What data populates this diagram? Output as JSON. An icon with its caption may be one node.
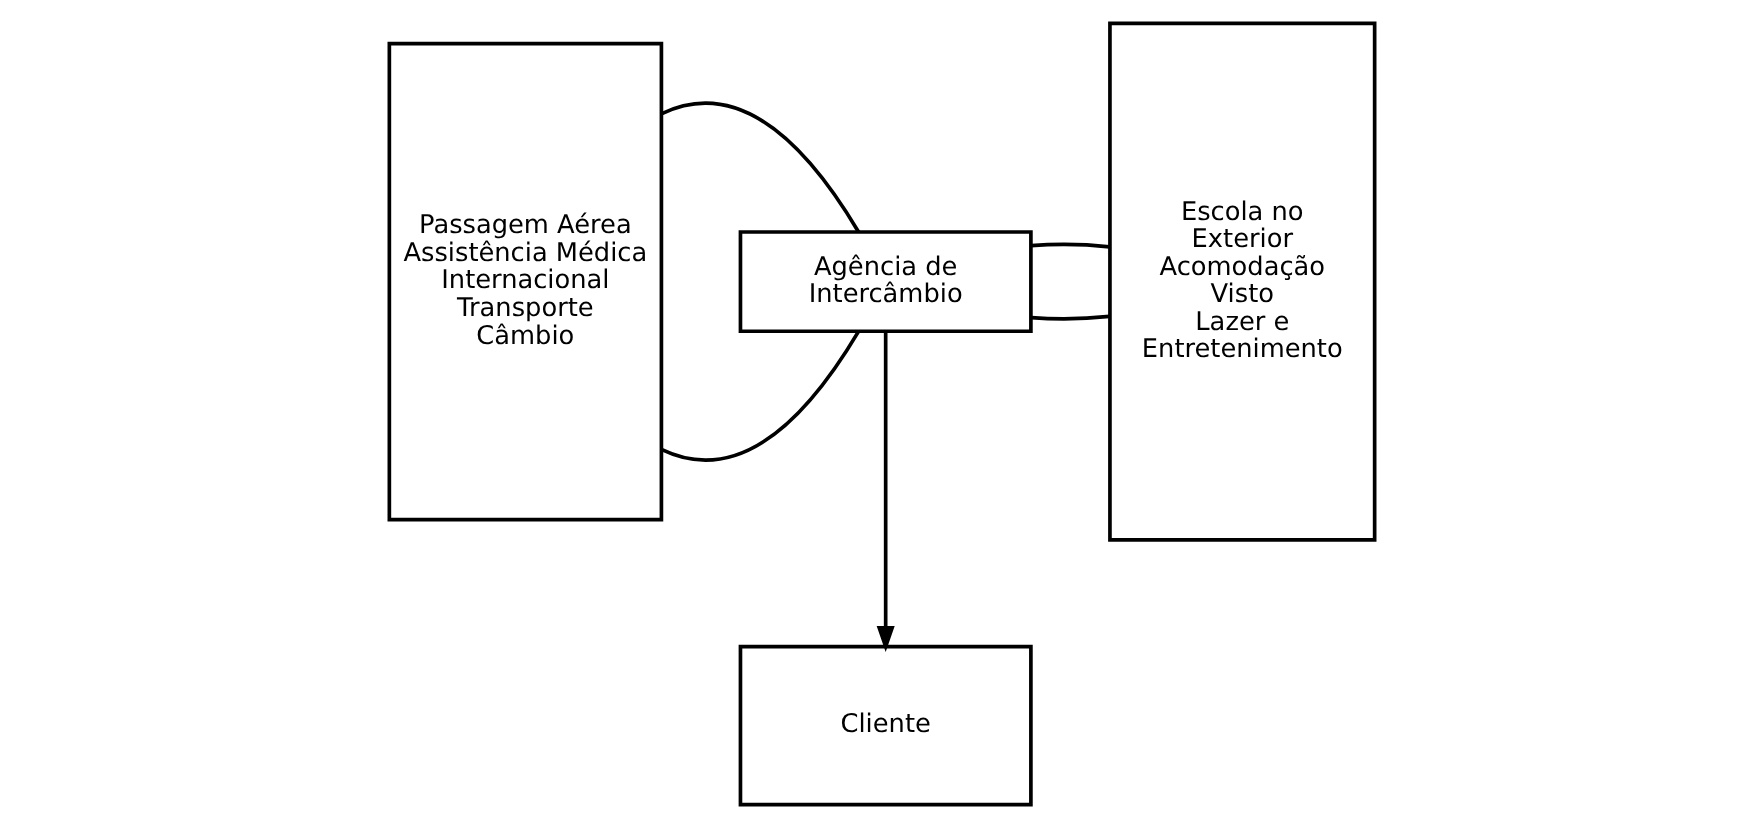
{
  "diagram": {
    "nodes": [
      {
        "text": [
          "Passagem Aérea",
          "Assistência Médica Internacional",
          "Transporte",
          "Câmbio"
        ]
      },
      {
        "text": [
          "Agência de Intercâmbio"
        ]
      },
      {
        "text": [
          "Escola no Exterior",
          "Acomodação",
          "Visto",
          "Lazer e Entretenimento"
        ]
      },
      {
        "text": [
          "Cliente"
        ]
      }
    ],
    "edges": [
      {
        "from": 0,
        "to": 1,
        "arrow": "none"
      },
      {
        "from": 0,
        "to": 1,
        "arrow": "none"
      },
      {
        "from": 1,
        "to": 2,
        "arrow": "none"
      },
      {
        "from": 1,
        "to": 2,
        "arrow": "none"
      },
      {
        "from": 1,
        "to": 3,
        "arrow": "to"
      }
    ]
  }
}
